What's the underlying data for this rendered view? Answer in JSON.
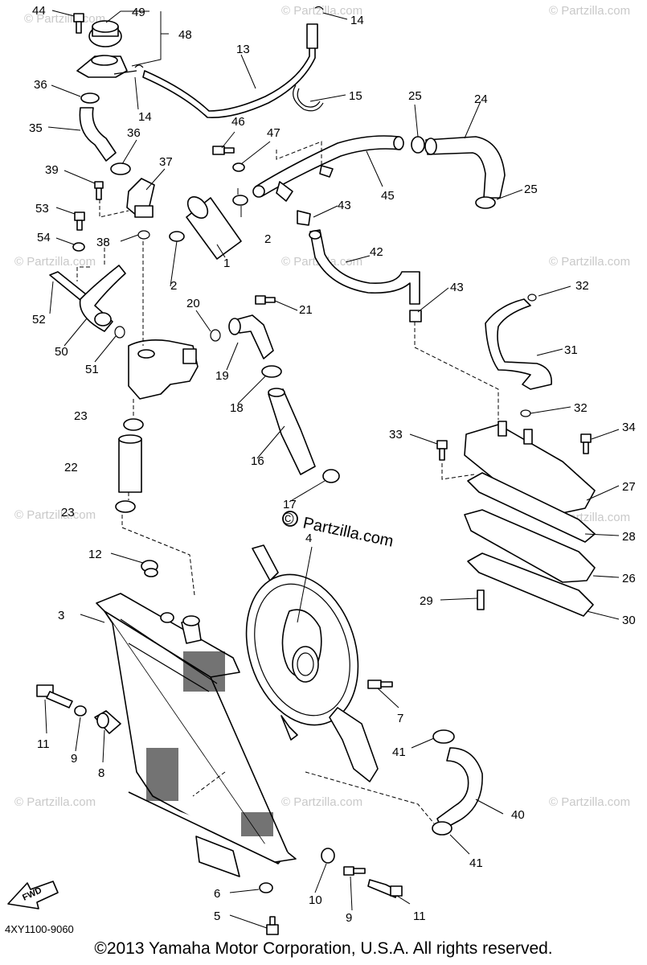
{
  "callouts": {
    "c1": "1",
    "c2a": "2",
    "c2b": "2",
    "c3": "3",
    "c4": "4",
    "c5": "5",
    "c6": "6",
    "c7": "7",
    "c8": "8",
    "c9a": "9",
    "c9b": "9",
    "c10": "10",
    "c11a": "11",
    "c11b": "11",
    "c12": "12",
    "c13": "13",
    "c14a": "14",
    "c14b": "14",
    "c15": "15",
    "c16": "16",
    "c17": "17",
    "c18": "18",
    "c19": "19",
    "c20": "20",
    "c21": "21",
    "c22": "22",
    "c23a": "23",
    "c23b": "23",
    "c24": "24",
    "c25a": "25",
    "c25b": "25",
    "c26": "26",
    "c27": "27",
    "c28": "28",
    "c29": "29",
    "c30": "30",
    "c31": "31",
    "c32a": "32",
    "c32b": "32",
    "c33": "33",
    "c34": "34",
    "c35": "35",
    "c36a": "36",
    "c36b": "36",
    "c37": "37",
    "c38": "38",
    "c39": "39",
    "c40": "40",
    "c41a": "41",
    "c41b": "41",
    "c42": "42",
    "c43a": "43",
    "c43b": "43",
    "c44": "44",
    "c45": "45",
    "c46": "46",
    "c47": "47",
    "c48": "48",
    "c49": "49",
    "c50": "50",
    "c51": "51",
    "c52": "52",
    "c53": "53",
    "c54": "54"
  },
  "watermark": "© Partzilla.com",
  "brand": {
    "symbol": "©",
    "name": "Partzilla.com"
  },
  "fwd_label": "FWD",
  "diagram_code": "4XY1100-9060",
  "footer": "©2013  Yamaha Motor Corporation, U.S.A. All rights reserved.",
  "colors": {
    "line": "#000000",
    "watermark": "#c9c9c9",
    "background": "#ffffff"
  }
}
